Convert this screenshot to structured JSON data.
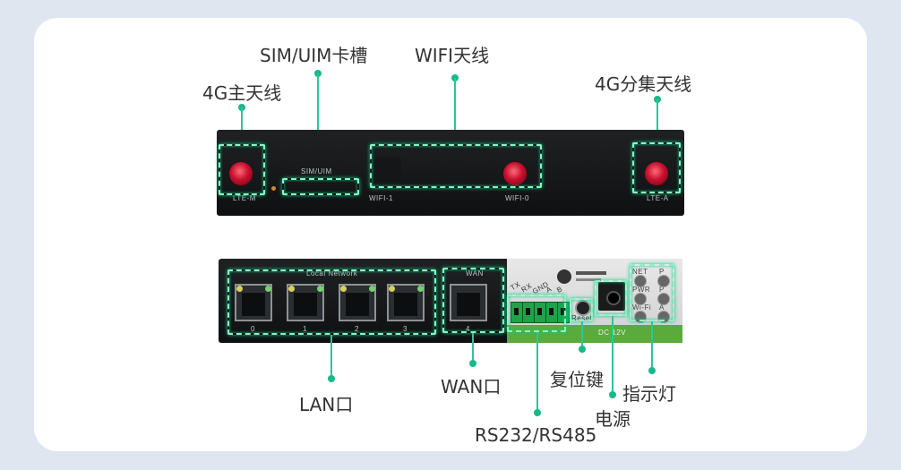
{
  "labels": {
    "lte_main": "4G主天线",
    "sim_slot": "SIM/UIM卡槽",
    "wifi_antenna": "WIFI天线",
    "lte_diversity": "4G分集天线",
    "lan": "LAN口",
    "wan": "WAN口",
    "rs232": "RS232/RS485",
    "reset": "复位键",
    "power": "电源",
    "indicator": "指示灯"
  },
  "front_panel": {
    "lte_m": "LTE-M",
    "sim_uim": "SIM/UIM",
    "wifi_1": "WIFI-1",
    "wifi_0": "WIFI-0",
    "lte_a": "LTE-A"
  },
  "rear_panel": {
    "local_network": "Local Network",
    "wan_port": "WAN",
    "lan_numbers": [
      "0",
      "1",
      "2",
      "3"
    ],
    "wan_number": "4",
    "terminals": [
      "TX",
      "RX",
      "GND",
      "A",
      "B"
    ],
    "reset": "Reset",
    "dc": "DC 12V",
    "leds": [
      "NET",
      "PWR",
      "Wi-Fi"
    ],
    "leds_right": [
      "P",
      "P",
      "A"
    ]
  },
  "colors": {
    "highlight": "#8ff0c0",
    "leader": "#2cc59a",
    "background": "#dfe6ef",
    "card": "#ffffff"
  }
}
